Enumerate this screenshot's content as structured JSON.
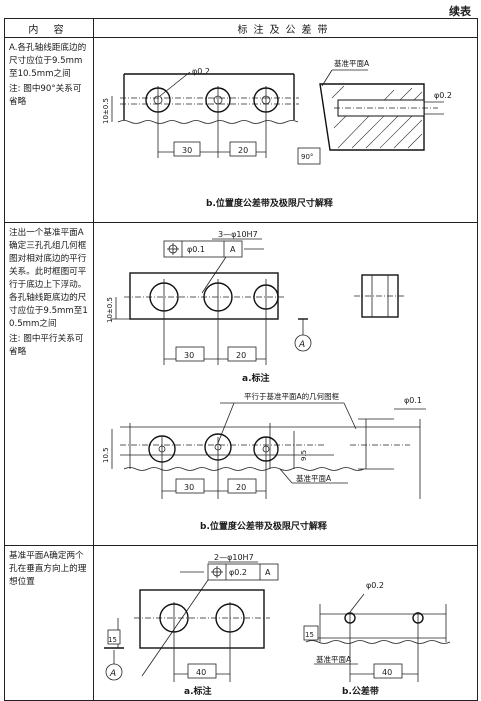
{
  "header": {
    "continued": "续表",
    "col_content": "内 容",
    "col_annotation": "标注及公差带"
  },
  "rows": [
    {
      "text": [
        "A.各孔轴线距底边的尺寸应位于9.5mm至10.5mm之间",
        "注: 图中90°关系可省略"
      ],
      "figure": {
        "tol_left": "φ0.2",
        "tol_right": "φ0.2",
        "datum_label": "基准平面A",
        "angle": "90°",
        "dim_side": "10±0.5",
        "dim1": "30",
        "dim2": "20",
        "caption": "b.位置度公差带及极限尺寸解释"
      }
    },
    {
      "text": [
        "注出一个基准平面A确定三孔孔组几何框图对相对底边的平行关系。此时框图可平行于底边上下浮动。各孔轴线距底边的尺寸应位于9.5mm至10.5mm之间",
        "注: 图中平行关系可省略"
      ],
      "figure_a": {
        "hole_spec": "3—φ10H7",
        "frame_tol": "φ0.1",
        "frame_datum": "A",
        "dim_side": "10±0.5",
        "dim1": "30",
        "dim2": "20",
        "datum_letter": "A",
        "caption": "a.标注"
      },
      "figure_b": {
        "parallel_label": "平行于基准平面A的几何图框",
        "tol": "φ0.1",
        "dim_side_left": "10.5",
        "dim_side_right": "9.5",
        "dim1": "30",
        "dim2": "20",
        "datum_label": "基准平面A",
        "caption": "b.位置度公差带及极限尺寸解释"
      }
    },
    {
      "text": [
        "基准平面A确定两个孔在垂直方向上的理想位置"
      ],
      "figure_a": {
        "hole_spec": "2—φ10H7",
        "frame_tol": "φ0.2",
        "frame_datum": "A",
        "dim_side": "15",
        "dim1": "40",
        "datum_letter": "A",
        "caption": "a.标注"
      },
      "figure_b": {
        "tol": "φ0.2",
        "dim_side": "15",
        "dim1": "40",
        "datum_label": "基准平面A",
        "caption": "b.公差带"
      }
    }
  ]
}
